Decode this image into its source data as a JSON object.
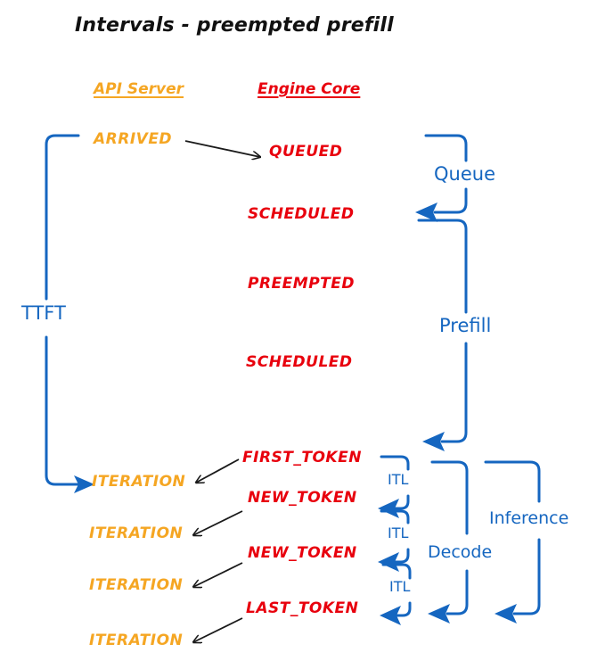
{
  "diagram": {
    "title": "Intervals - preempted prefill",
    "colors": {
      "api_server": "#F5A623",
      "engine_core": "#E8000D",
      "interval": "#1566C0",
      "arrow": "#1a1a1a",
      "background": "#FFFFFF"
    },
    "columns": [
      {
        "label": "API Server",
        "color_key": "api_server"
      },
      {
        "label": "Engine Core",
        "color_key": "engine_core"
      }
    ],
    "events": {
      "api_server": [
        {
          "label": "ARRIVED"
        },
        {
          "label": "ITERATION"
        },
        {
          "label": "ITERATION"
        },
        {
          "label": "ITERATION"
        },
        {
          "label": "ITERATION"
        }
      ],
      "engine_core": [
        {
          "label": "QUEUED"
        },
        {
          "label": "SCHEDULED"
        },
        {
          "label": "PREEMPTED"
        },
        {
          "label": "SCHEDULED"
        },
        {
          "label": "FIRST_TOKEN"
        },
        {
          "label": "NEW_TOKEN"
        },
        {
          "label": "NEW_TOKEN"
        },
        {
          "label": "LAST_TOKEN"
        }
      ]
    },
    "intervals": [
      {
        "label": "TTFT",
        "side": "left"
      },
      {
        "label": "Queue",
        "side": "right"
      },
      {
        "label": "Prefill",
        "side": "right"
      },
      {
        "label": "ITL",
        "side": "right"
      },
      {
        "label": "ITL",
        "side": "right"
      },
      {
        "label": "ITL",
        "side": "right"
      },
      {
        "label": "Decode",
        "side": "right"
      },
      {
        "label": "Inference",
        "side": "right"
      }
    ]
  }
}
